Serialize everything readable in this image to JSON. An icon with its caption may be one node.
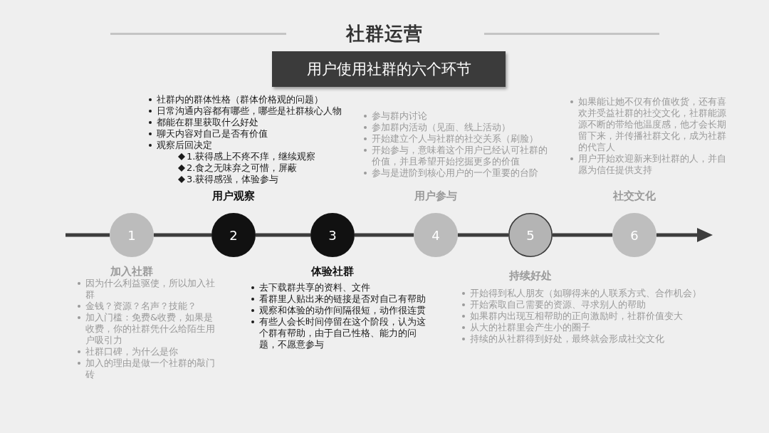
{
  "diagram": {
    "title": "社群运营",
    "nodes": [
      {
        "text": [
          "用户使用社群的六个环节"
        ]
      },
      {
        "text": [
          "1"
        ],
        "beside": [
          "加入社群",
          "因为什么利益驱使，所以加入社群",
          "金钱？资源？名声？技能？",
          "加入门槛：免费&收费，如果是收费，你的社群凭什么给陌生用户吸引力",
          "社群口碑，为什么是你",
          "加入的理由是做一个社群的敲门砖"
        ]
      },
      {
        "text": [
          "2"
        ],
        "beside": [
          "用户观察",
          "社群内的群体性格（群体价格观的问题）",
          "日常沟通内容都有哪些，哪些是社群核心人物",
          "都能在群里获取什么好处",
          "聊天内容对自己是否有价值",
          "观察后回决定",
          "1.获得感上不疼不痒，继续观察",
          "2.食之无味弃之可惜，屏蔽",
          "3.获得感强，体验参与"
        ]
      },
      {
        "text": [
          "3"
        ],
        "beside": [
          "体验社群",
          "去下载群共享的资料、文件",
          "看群里人贴出来的链接是否对自己有帮助",
          "观察和体验的动作间隔很短，动作很连贯",
          "有些人会长时间停留在这个阶段，认为这个群有帮助，由于自己性格、能力的问题，不愿意参与"
        ]
      },
      {
        "text": [
          "4"
        ],
        "beside": [
          "用户参与",
          "参与群内讨论",
          "参加群内活动（见面、线上活动）",
          "开始建立个人与社群的社交关系（刷脸）",
          "开始参与，意味着这个用户已经认可社群的价值，并且希望开始挖掘更多的价值",
          "参与是进阶到核心用户的一个重要的台阶"
        ]
      },
      {
        "text": [
          "5"
        ],
        "beside": [
          "持续好处",
          "开始得到私人朋友（如聊得来的人联系方式、合作机会）",
          "开始索取自己需要的资源、寻求别人的帮助",
          "如果群内出现互相帮助的正向激励时，社群价值变大",
          "从大的社群里会产生小的圈子",
          "持续的从社群得到好处，最终就会形成社交文化"
        ]
      },
      {
        "text": [
          "6"
        ],
        "beside": [
          "社交文化",
          "如果能让她不仅有价值收货，还有喜欢并受益社群的社交文化，社群能源源不断的带给他温度感，他才会长期留下来，并传播社群文化，成为社群的代言人",
          "用户开始欢迎新来到社群的人，并自愿为信任提供支持"
        ]
      }
    ],
    "edges": [
      {
        "from": null,
        "to": 1,
        "arrow": "none"
      },
      {
        "from": 1,
        "to": 2,
        "arrow": "none"
      },
      {
        "from": 2,
        "to": 3,
        "arrow": "none"
      },
      {
        "from": 3,
        "to": 4,
        "arrow": "none"
      },
      {
        "from": 4,
        "to": 5,
        "arrow": "none"
      },
      {
        "from": 5,
        "to": 6,
        "arrow": "none"
      },
      {
        "from": 6,
        "to": null,
        "arrow": "to"
      }
    ]
  }
}
